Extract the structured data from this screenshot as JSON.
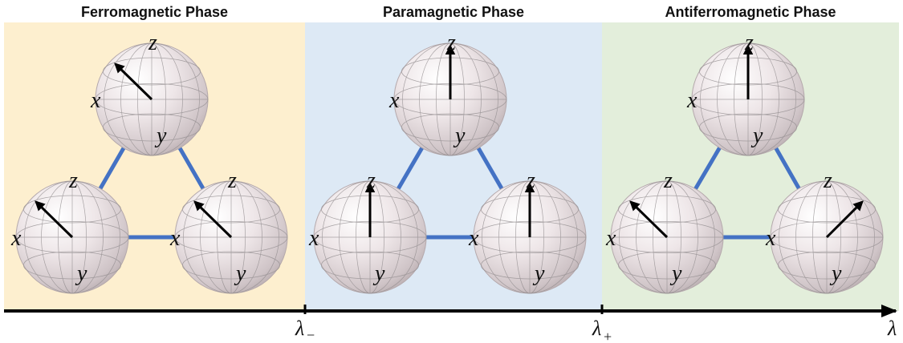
{
  "phases": [
    {
      "title": "Ferromagnetic Phase",
      "background": "#fdefcf",
      "spins": [
        {
          "position": "top",
          "arrow": "tilted-left"
        },
        {
          "position": "bottom-left",
          "arrow": "tilted-left"
        },
        {
          "position": "bottom-right",
          "arrow": "tilted-left"
        }
      ]
    },
    {
      "title": "Paramagnetic Phase",
      "background": "#dde9f5",
      "spins": [
        {
          "position": "top",
          "arrow": "up"
        },
        {
          "position": "bottom-left",
          "arrow": "up"
        },
        {
          "position": "bottom-right",
          "arrow": "up"
        }
      ]
    },
    {
      "title": "Antiferromagnetic Phase",
      "background": "#e3eedb",
      "spins": [
        {
          "position": "top",
          "arrow": "up"
        },
        {
          "position": "bottom-left",
          "arrow": "tilted-left"
        },
        {
          "position": "bottom-right",
          "arrow": "tilted-right"
        }
      ]
    }
  ],
  "sphere_axis_labels": {
    "x": "x",
    "y": "y",
    "z": "z"
  },
  "bond_color": "#4472c4",
  "phase_axis": {
    "label": "λ",
    "ticks": [
      {
        "main": "λ",
        "sub": "−"
      },
      {
        "main": "λ",
        "sub": "+"
      }
    ]
  }
}
